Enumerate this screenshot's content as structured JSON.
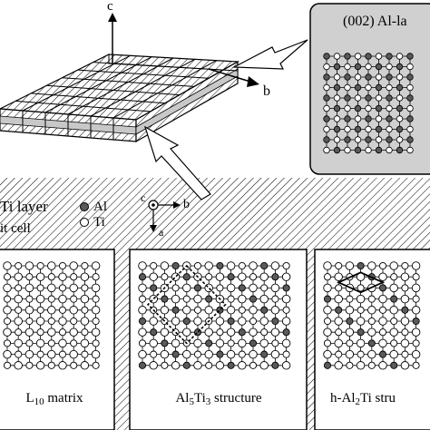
{
  "axes": {
    "c": "c",
    "b": "b",
    "a": "a"
  },
  "inset": {
    "title": "(002) Al-la"
  },
  "legend": {
    "layer": "Ti layer",
    "unit_cell": "it cell",
    "al": "Al",
    "ti": "Ti"
  },
  "panels": [
    {
      "pre": "L",
      "sub": "1",
      "mid": "0",
      "post": " matrix"
    },
    {
      "pre": "Al",
      "sub": "5",
      "mid": "Ti",
      "sub2": "3",
      "post": " structure"
    },
    {
      "pre": "h-Al",
      "sub": "2",
      "mid": "Ti stru",
      "post": ""
    }
  ],
  "colors": {
    "al": "#5a5a5a",
    "ti": "#ffffff",
    "inset_bg": "#d0d0d0",
    "slab_gray": "#c8c8c8"
  }
}
